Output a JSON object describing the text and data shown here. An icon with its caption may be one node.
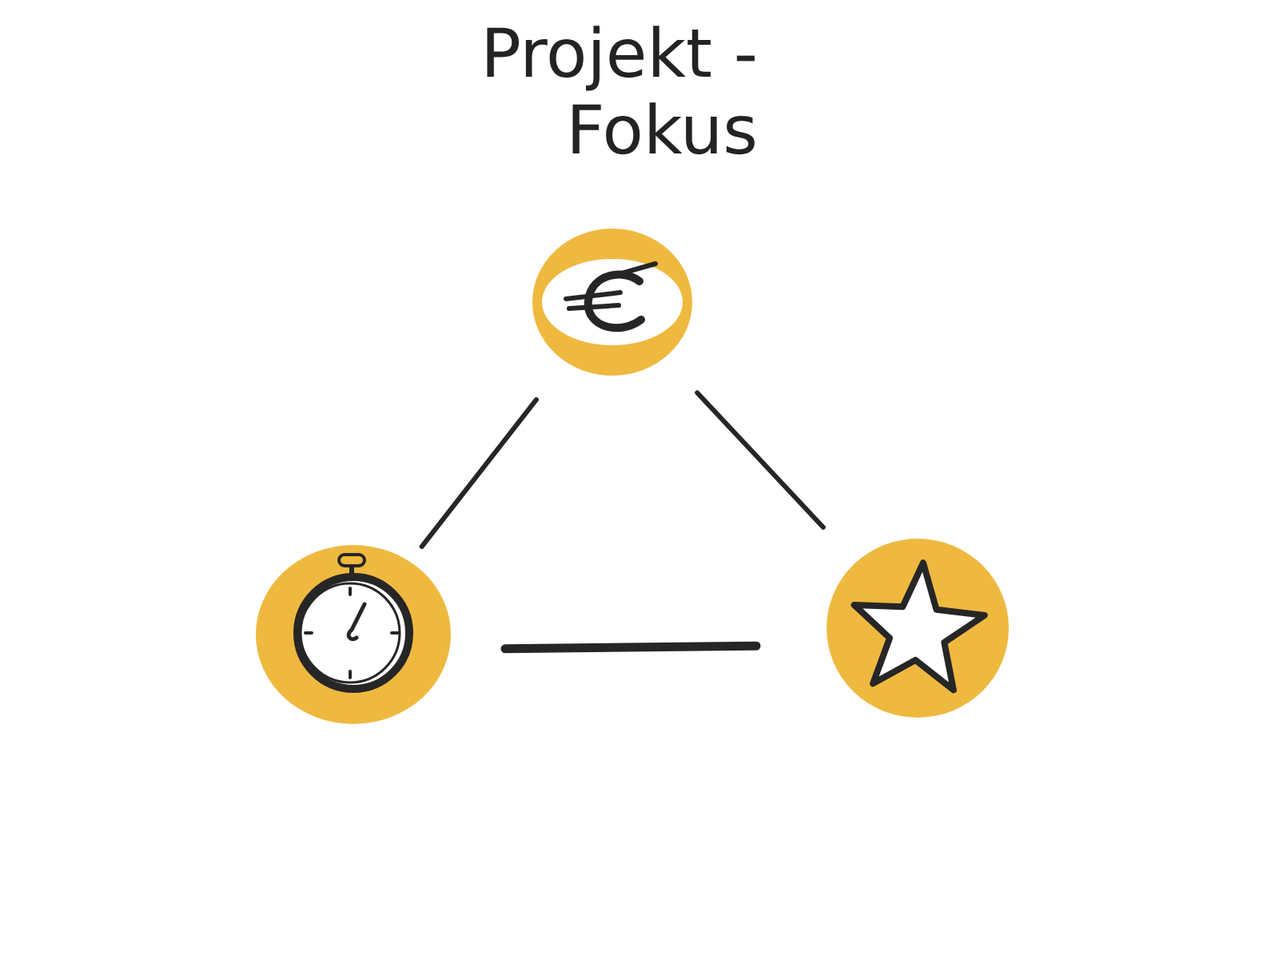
{
  "diagram": {
    "title": "Projekt - Fokus",
    "nodes": [
      {
        "text": [],
        "shape": "circle"
      },
      {
        "text": [],
        "shape": "circle"
      },
      {
        "text": [],
        "shape": "circle"
      }
    ],
    "edges": [
      {
        "from": 0,
        "to": 1,
        "arrow": "none"
      },
      {
        "from": 0,
        "to": 2,
        "arrow": "none"
      },
      {
        "from": 1,
        "to": 2,
        "arrow": "none",
        "style": "thick"
      }
    ]
  }
}
